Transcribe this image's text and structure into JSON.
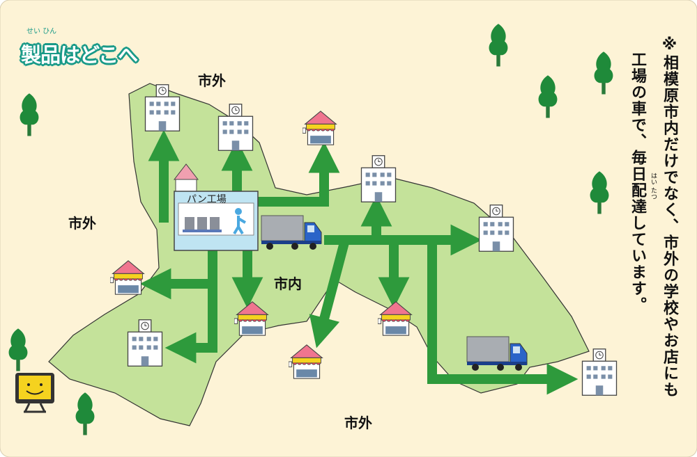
{
  "title": {
    "text": "製品はどこへ",
    "ruby": "せい ひん"
  },
  "note": {
    "line1": "※相模原市内だけでなく、市外の学校やお店にも",
    "line2": "工場の車で、毎日配達しています。",
    "ruby": "はい たつ"
  },
  "labels": {
    "outside_top": "市外",
    "outside_left": "市外",
    "outside_bottom": "市外",
    "inside": "市内",
    "factory": "パン工場"
  },
  "colors": {
    "background": "#fdf3d6",
    "city_area": "#c4e29a",
    "arrow": "#2e9a3c",
    "tree": "#1f8a3a",
    "border": "#2a8a7a"
  }
}
